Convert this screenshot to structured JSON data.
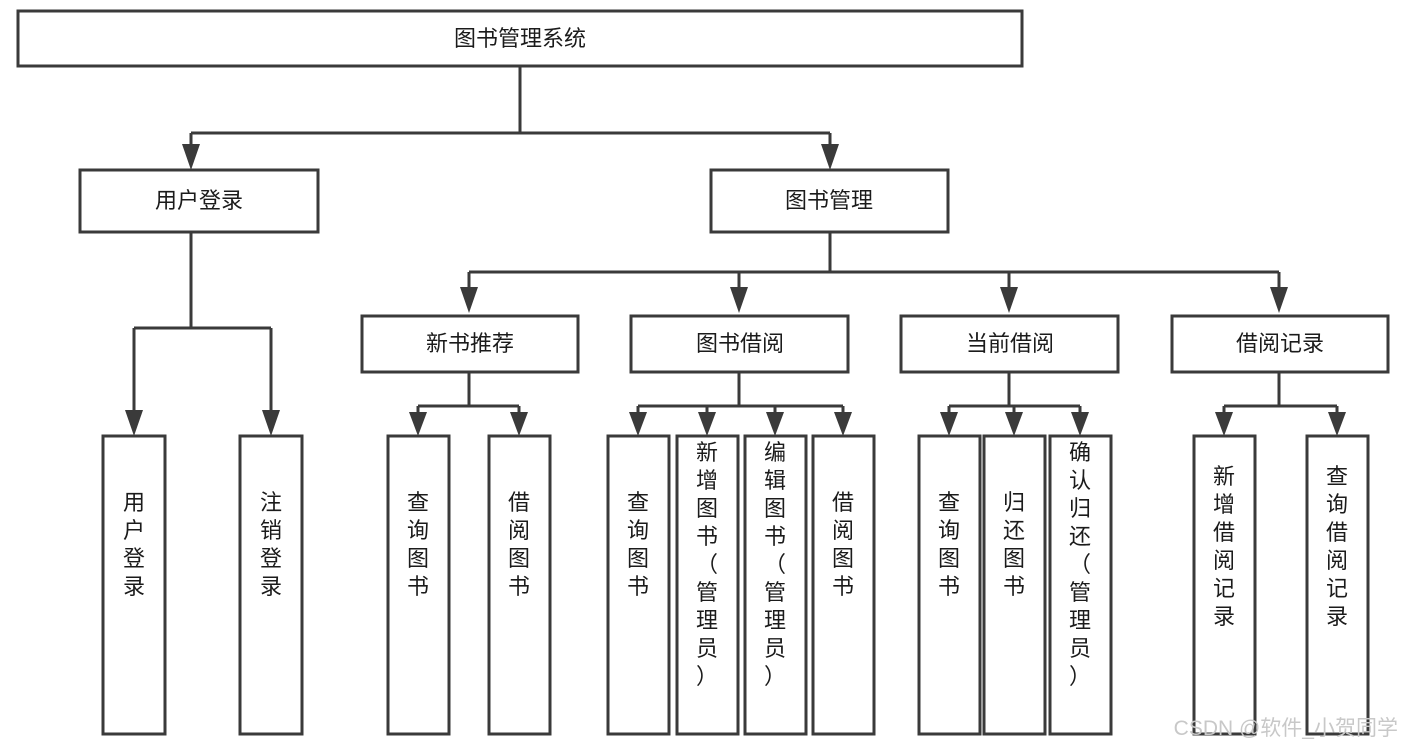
{
  "diagram": {
    "title": "图书管理系统",
    "type": "hierarchy-tree",
    "root": {
      "id": "root",
      "label": "图书管理系统",
      "orientation": "horizontal"
    },
    "level2": [
      {
        "id": "user-login",
        "label": "用户登录",
        "orientation": "horizontal"
      },
      {
        "id": "book-management",
        "label": "图书管理",
        "orientation": "horizontal"
      }
    ],
    "level3": [
      {
        "id": "new-book-recommend",
        "label": "新书推荐",
        "orientation": "horizontal",
        "parent": "book-management"
      },
      {
        "id": "book-borrow",
        "label": "图书借阅",
        "orientation": "horizontal",
        "parent": "book-management"
      },
      {
        "id": "current-borrow",
        "label": "当前借阅",
        "orientation": "horizontal",
        "parent": "book-management"
      },
      {
        "id": "borrow-record",
        "label": "借阅记录",
        "orientation": "horizontal",
        "parent": "book-management"
      }
    ],
    "leaves": [
      {
        "id": "leaf-user-login",
        "label": "用户登录",
        "orientation": "vertical",
        "parent": "user-login"
      },
      {
        "id": "leaf-logout-login",
        "label": "注销登录",
        "orientation": "vertical",
        "parent": "user-login"
      },
      {
        "id": "leaf-query-book-1",
        "label": "查询图书",
        "orientation": "vertical",
        "parent": "new-book-recommend"
      },
      {
        "id": "leaf-borrow-book-1",
        "label": "借阅图书",
        "orientation": "vertical",
        "parent": "new-book-recommend"
      },
      {
        "id": "leaf-query-book-2",
        "label": "查询图书",
        "orientation": "vertical",
        "parent": "book-borrow"
      },
      {
        "id": "leaf-add-book",
        "label": "新增图书（管理员）",
        "orientation": "vertical",
        "parent": "book-borrow"
      },
      {
        "id": "leaf-edit-book",
        "label": "编辑图书（管理员）",
        "orientation": "vertical",
        "parent": "book-borrow"
      },
      {
        "id": "leaf-borrow-book-2",
        "label": "借阅图书",
        "orientation": "vertical",
        "parent": "book-borrow"
      },
      {
        "id": "leaf-query-book-3",
        "label": "查询图书",
        "orientation": "vertical",
        "parent": "current-borrow"
      },
      {
        "id": "leaf-return-book",
        "label": "归还图书",
        "orientation": "vertical",
        "parent": "current-borrow"
      },
      {
        "id": "leaf-confirm-return",
        "label": "确认归还（管理员）",
        "orientation": "vertical",
        "parent": "current-borrow"
      },
      {
        "id": "leaf-add-record",
        "label": "新增借阅记录",
        "orientation": "vertical",
        "parent": "borrow-record"
      },
      {
        "id": "leaf-query-record",
        "label": "查询借阅记录",
        "orientation": "vertical",
        "parent": "borrow-record"
      }
    ],
    "colors": {
      "stroke": "#3a3a3a",
      "fill": "#ffffff",
      "text": "#1b1b1b",
      "watermark": "#c8c8c8"
    }
  },
  "watermark": {
    "text": "CSDN @软件_小贺同学"
  }
}
